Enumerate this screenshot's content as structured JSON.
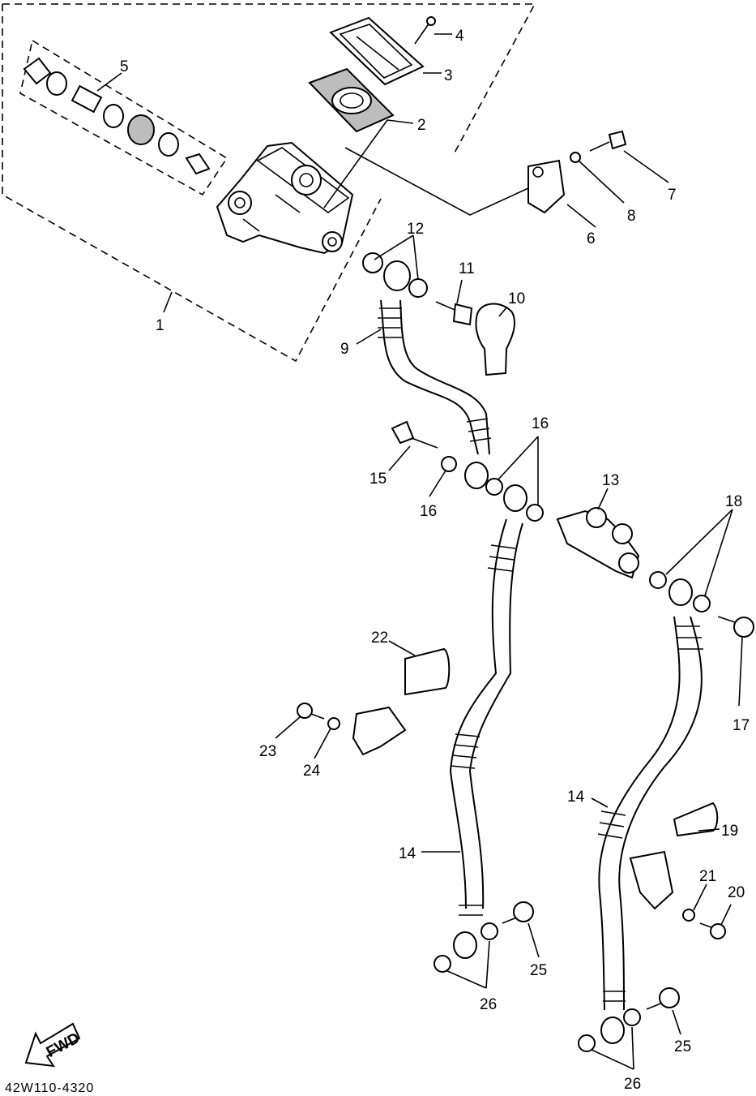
{
  "callouts": [
    {
      "id": "c1",
      "label": "1"
    },
    {
      "id": "c2",
      "label": "2"
    },
    {
      "id": "c3",
      "label": "3"
    },
    {
      "id": "c4",
      "label": "4"
    },
    {
      "id": "c5",
      "label": "5"
    },
    {
      "id": "c6",
      "label": "6"
    },
    {
      "id": "c7",
      "label": "7"
    },
    {
      "id": "c8",
      "label": "8"
    },
    {
      "id": "c9",
      "label": "9"
    },
    {
      "id": "c10",
      "label": "10"
    },
    {
      "id": "c11",
      "label": "11"
    },
    {
      "id": "c12",
      "label": "12"
    },
    {
      "id": "c13",
      "label": "13"
    },
    {
      "id": "c14a",
      "label": "14"
    },
    {
      "id": "c14b",
      "label": "14"
    },
    {
      "id": "c15",
      "label": "15"
    },
    {
      "id": "c16a",
      "label": "16"
    },
    {
      "id": "c16b",
      "label": "16"
    },
    {
      "id": "c17",
      "label": "17"
    },
    {
      "id": "c18",
      "label": "18"
    },
    {
      "id": "c19",
      "label": "19"
    },
    {
      "id": "c20",
      "label": "20"
    },
    {
      "id": "c21",
      "label": "21"
    },
    {
      "id": "c22",
      "label": "22"
    },
    {
      "id": "c23",
      "label": "23"
    },
    {
      "id": "c24",
      "label": "24"
    },
    {
      "id": "c25a",
      "label": "25"
    },
    {
      "id": "c25b",
      "label": "25"
    },
    {
      "id": "c26a",
      "label": "26"
    },
    {
      "id": "c26b",
      "label": "26"
    }
  ],
  "direction_arrow": {
    "label": "FWD",
    "icon": "forward-arrow-icon"
  },
  "diagram_code": "42W110-4320"
}
